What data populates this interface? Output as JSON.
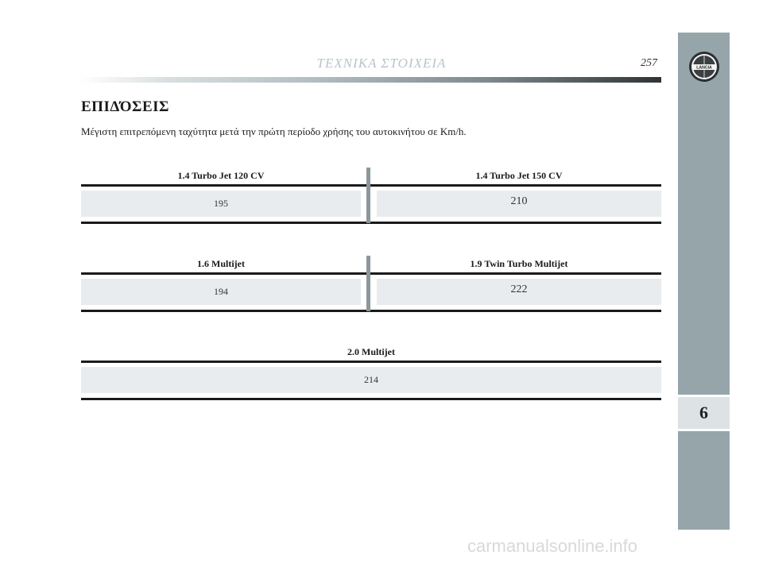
{
  "header": {
    "title": "ΤΕΧΝΙΚΑ ΣΤΟΙΧΕΙΑ",
    "page_number": "257"
  },
  "side_tab": {
    "chapter": "6",
    "logo_icon": "lancia-logo-icon",
    "logo_text": "LANCIA"
  },
  "section": {
    "title": "ΕΠΙΔΌΣΕΙΣ",
    "intro": "Μέγιστη επιτρεπόμενη ταχύτητα μετά την πρώτη περίοδο χρήσης του αυτοκινήτου σε Km/h."
  },
  "tables": [
    {
      "left_label": "1.4 Turbo Jet 120 CV",
      "left_value": "195",
      "right_label": "1.4 Turbo Jet 150 CV",
      "right_value": "210"
    },
    {
      "left_label": "1.6 Multijet",
      "left_value": "194",
      "right_label": "1.9 Twin Turbo Multijet",
      "right_value": "222"
    },
    {
      "label": "2.0 Multijet",
      "value": "214"
    }
  ],
  "watermark": "carmanualsonline.info"
}
